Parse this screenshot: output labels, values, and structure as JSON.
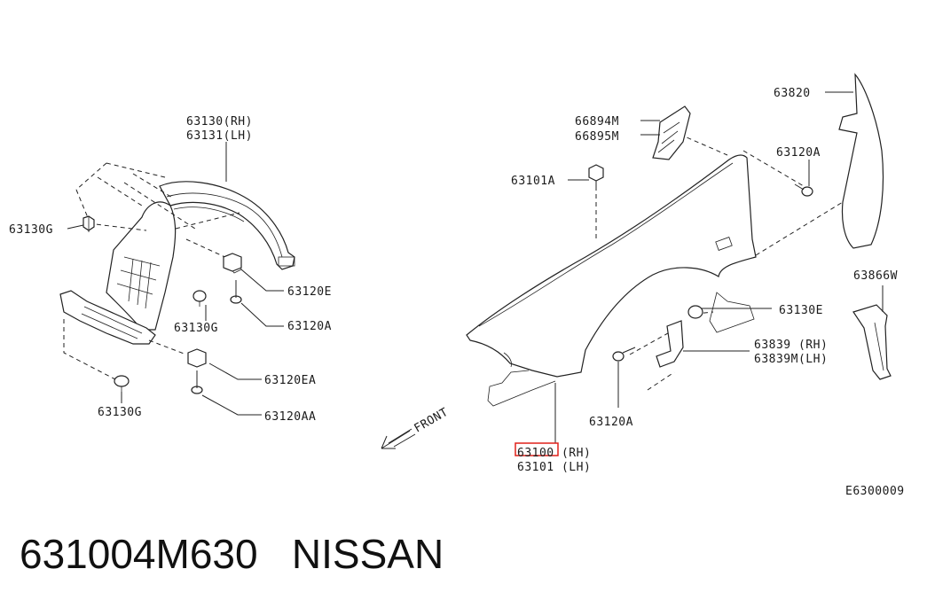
{
  "labels": {
    "l_63130rh": "63130(RH)",
    "l_63131lh": "63131(LH)",
    "l_63130g_a": "63130G",
    "l_63130g_b": "63130G",
    "l_63130g_c": "63130G",
    "l_63120e_left": "63120E",
    "l_63120a_left": "63120A",
    "l_63120ea": "63120EA",
    "l_63120aa": "63120AA",
    "l_66894m": "66894M",
    "l_66895m": "66895M",
    "l_63101a": "63101A",
    "l_63820": "63820",
    "l_63120a_top": "63120A",
    "l_63866w": "63866W",
    "l_63130e_right": "63130E",
    "l_63839rh": "63839 (RH)",
    "l_63839mlh": "63839M(LH)",
    "l_63120a_bottom": "63120A",
    "l_63100rh": "63100 (RH)",
    "l_63101lh": "63101 (LH)",
    "front": "FRONT",
    "diagram_code": "E6300009"
  },
  "highlight_color": "#e0201a",
  "caption": {
    "part_number": "631004M630",
    "brand": "NISSAN"
  }
}
